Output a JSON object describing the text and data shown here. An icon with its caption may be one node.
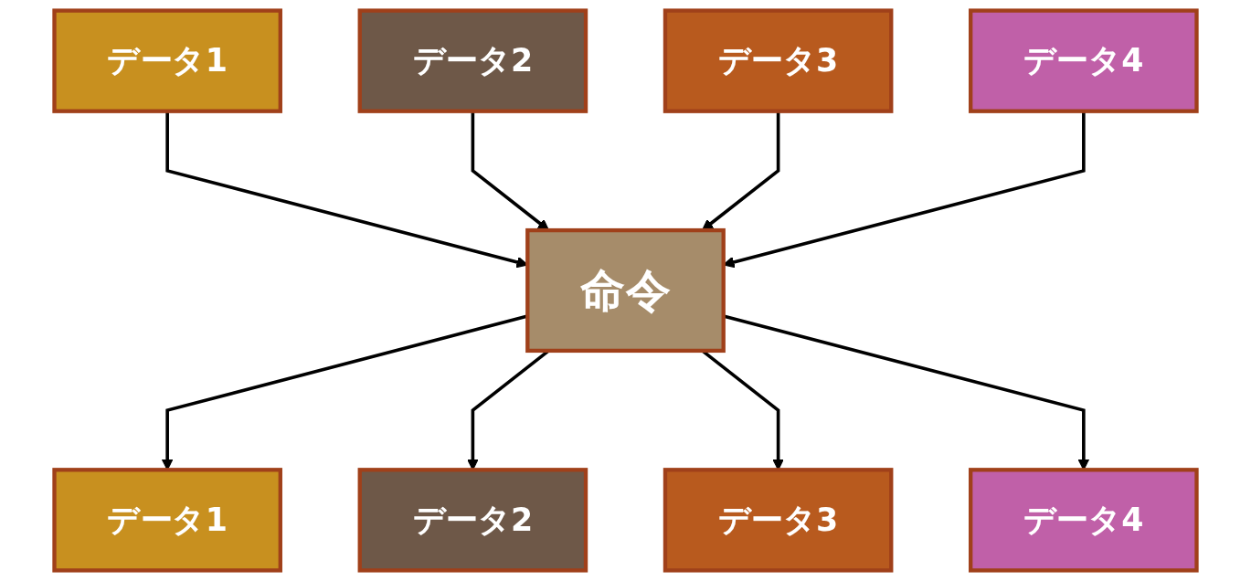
{
  "diagram": {
    "nodes": [
      {
        "text": [
          "データ1"
        ]
      },
      {
        "text": [
          "データ2"
        ]
      },
      {
        "text": [
          "データ3"
        ]
      },
      {
        "text": [
          "データ4"
        ]
      },
      {
        "text": [
          "命令"
        ]
      },
      {
        "text": [
          "データ1"
        ]
      },
      {
        "text": [
          "データ2"
        ]
      },
      {
        "text": [
          "データ3"
        ]
      },
      {
        "text": [
          "データ4"
        ]
      }
    ],
    "edges": [
      {
        "from": 0,
        "to": 4,
        "arrow": "to"
      },
      {
        "from": 1,
        "to": 4,
        "arrow": "to"
      },
      {
        "from": 2,
        "to": 4,
        "arrow": "to"
      },
      {
        "from": 3,
        "to": 4,
        "arrow": "to"
      },
      {
        "from": 4,
        "to": 5,
        "arrow": "to"
      },
      {
        "from": 4,
        "to": 6,
        "arrow": "to"
      },
      {
        "from": 4,
        "to": 7,
        "arrow": "to"
      },
      {
        "from": 4,
        "to": 8,
        "arrow": "to"
      }
    ]
  }
}
